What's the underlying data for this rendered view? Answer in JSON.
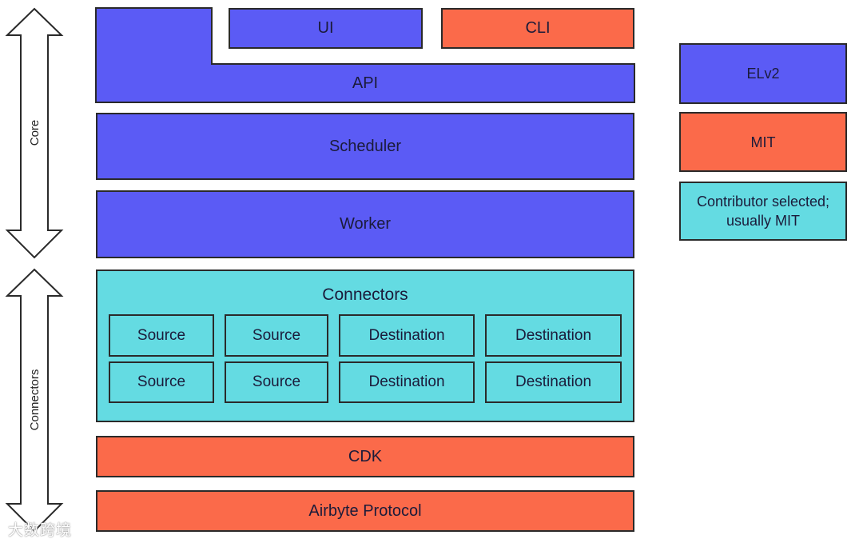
{
  "core_arrow_label": "Core",
  "connectors_arrow_label": "Connectors",
  "layers": {
    "api": "API",
    "ui": "UI",
    "cli": "CLI",
    "scheduler": "Scheduler",
    "worker": "Worker",
    "connectors_title": "Connectors",
    "cdk": "CDK",
    "protocol": "Airbyte Protocol"
  },
  "connector_grid": [
    [
      "Source",
      "Source",
      "Destination",
      "Destination"
    ],
    [
      "Source",
      "Source",
      "Destination",
      "Destination"
    ]
  ],
  "legend": {
    "elv2": "ELv2",
    "mit": "MIT",
    "contrib": "Contributor selected; usually MIT"
  },
  "colors": {
    "elv2": "#5b5bf5",
    "mit": "#fb6a4a",
    "contributor": "#64dbe2"
  },
  "watermark": "大数跨境"
}
